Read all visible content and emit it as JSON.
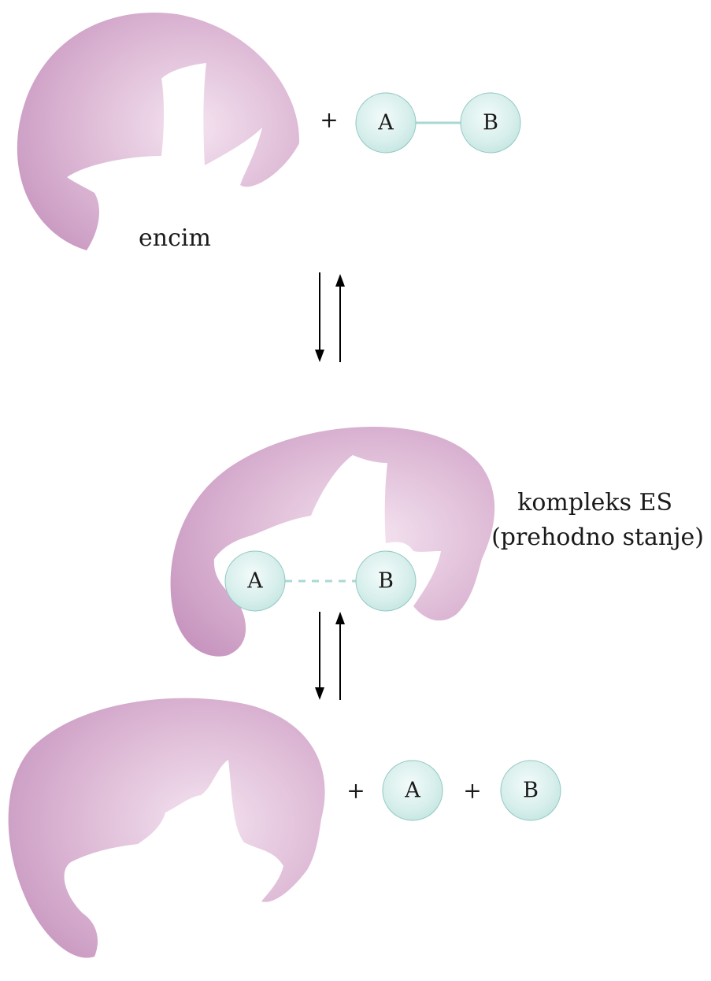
{
  "labels": {
    "enzyme": "encim",
    "complex_line1": "kompleks ES",
    "complex_line2": "(prehodno stanje)"
  },
  "substrates": {
    "a": "A",
    "b": "B"
  },
  "plus_sign": "+",
  "colors": {
    "enzyme_light": "#f4e4f0",
    "enzyme_dark": "#c592bd",
    "ball_light": "#f2fbfa",
    "ball_dark": "#bfe3df",
    "bond": "#a9d8d3"
  }
}
